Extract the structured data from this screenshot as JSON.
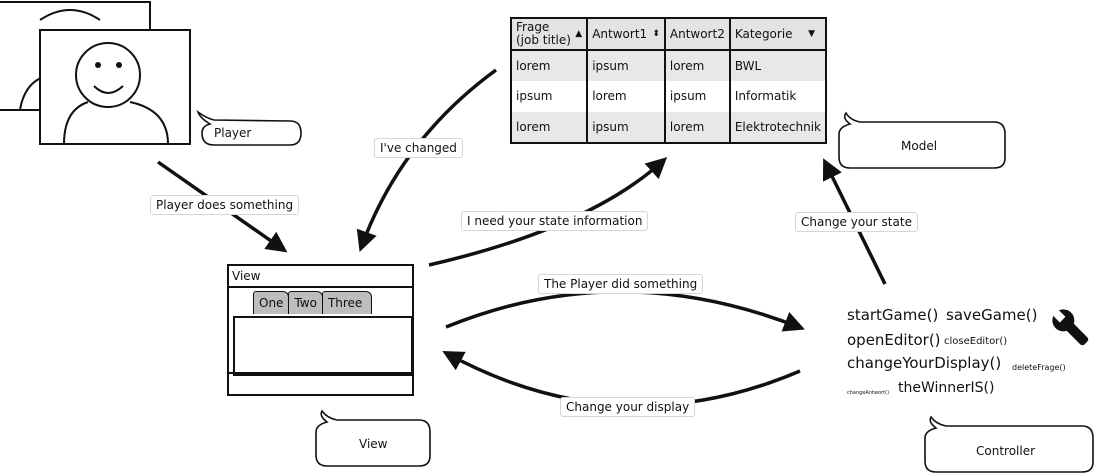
{
  "labels": {
    "player_action": "Player does something",
    "ive_changed": "I've changed",
    "need_state": "I need your state information",
    "player_did": "The Player did something",
    "change_display": "Change your display",
    "change_state": "Change your state"
  },
  "bubbles": {
    "player": "Player",
    "model": "Model",
    "view": "View",
    "controller": "Controller"
  },
  "table": {
    "headers": [
      {
        "line1": "Frage",
        "line2": "(job title)",
        "sort": "▲"
      },
      {
        "line1": "Antwort1",
        "line2": "",
        "sort": "⬍"
      },
      {
        "line1": "Antwort2",
        "line2": "",
        "sort": ""
      },
      {
        "line1": "Kategorie",
        "line2": "",
        "sort": "▼"
      }
    ],
    "rows": [
      [
        "lorem",
        "ipsum",
        "lorem",
        "BWL"
      ],
      [
        "ipsum",
        "lorem",
        "ipsum",
        "Informatik"
      ],
      [
        "lorem",
        "ipsum",
        "lorem",
        "Elektrotechnik"
      ]
    ]
  },
  "view_window": {
    "title": "View",
    "tabs": [
      "One",
      "Two",
      "Three"
    ]
  },
  "controller_methods": {
    "start": "startGame()",
    "save": "saveGame()",
    "open": "openEditor()",
    "close": "closeEditor()",
    "change_display": "changeYourDisplay()",
    "delete": "deleteFrage()",
    "change_answer": "changeAntwort()",
    "winner": "theWinnerIS()"
  },
  "icons": {
    "wrench": "wrench-icon",
    "person": "person-icon"
  }
}
